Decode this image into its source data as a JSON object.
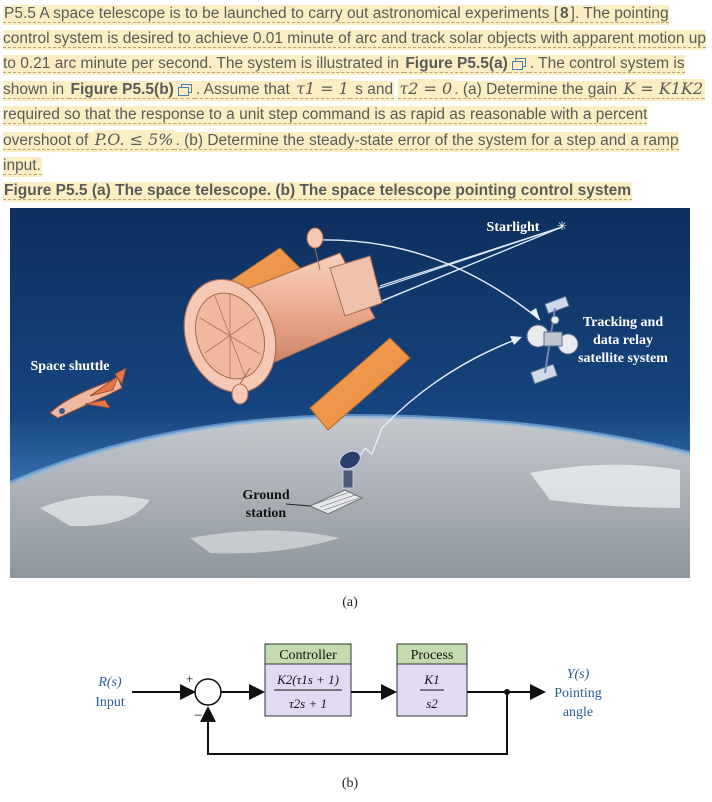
{
  "problem": {
    "seg1": "P5.5 A space telescope is to be launched to carry out astronomical experiments [",
    "ref": "8",
    "seg2": "]. The pointing control system is desired to achieve 0.01 minute of arc and track solar objects with apparent motion up to 0.21 arc minute per second. The system is illustrated in ",
    "fig_a_link": "Figure P5.5(a)",
    "seg3": ". The control system is shown in ",
    "fig_b_link": "Figure P5.5(b)",
    "seg4": ". Assume that ",
    "tau1_eq": "τ1 = 1",
    "seg5": " s and",
    "tau2_eq": "τ2 = 0",
    "seg6": ". (a) Determine the gain ",
    "gain_eq": "K = K1K2",
    "seg7": " required so that the response to a unit step command is as rapid as reasonable with a percent overshoot of ",
    "po_eq": "P.O. ≤ 5%",
    "seg8": ". (b) Determine the steady-state error of the system for a step and a ramp input."
  },
  "figure_caption": "Figure P5.5 (a) The space telescope. (b) The space telescope pointing control system",
  "illustration": {
    "starlight": "Starlight",
    "tracking_line1": "Tracking and",
    "tracking_line2": "data relay",
    "tracking_line3": "satellite system",
    "shuttle": "Space shuttle",
    "ground_line1": "Ground",
    "ground_line2": "station",
    "sub_label": "(a)"
  },
  "block_diagram": {
    "input_symbol": "R(s)",
    "input_label": "Input",
    "plus": "+",
    "minus": "−",
    "controller_title": "Controller",
    "controller_num": "K2(τ1s + 1)",
    "controller_den": "τ2s + 1",
    "process_title": "Process",
    "process_num": "K1",
    "process_den": "s2",
    "output_symbol": "Y(s)",
    "output_line1": "Pointing",
    "output_line2": "angle",
    "sub_label": "(b)"
  },
  "colors": {
    "highlight": "#fbeec4",
    "sky_dark": "#0f3567",
    "earth": "#9aa1a8",
    "block_header": "#c2dcb0",
    "block_body": "#e2daf0",
    "signal_blue": "#2a5d99"
  }
}
